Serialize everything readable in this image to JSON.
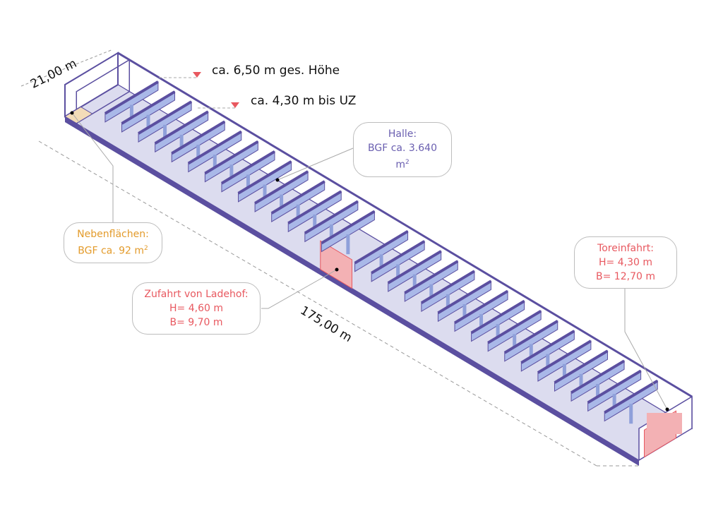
{
  "colors": {
    "structure": "#5b4fa0",
    "floor": "#dcdcef",
    "beam": "#a9b8e8",
    "accent_red": "#e8585f",
    "accent_orange": "#e39b2b",
    "hall_text": "#6a5fb0",
    "entry_fill": "#f3b1b4"
  },
  "heights": {
    "total": "ca. 6,50 m ges. Höhe",
    "clear": "ca. 4,30 m bis UZ"
  },
  "dimensions": {
    "width": "21,00 m",
    "length": "175,00 m"
  },
  "hall": {
    "title": "Halle:",
    "area": "BGF ca. 3.640 m",
    "sup": "2"
  },
  "side": {
    "title": "Nebenflächen:",
    "area": "BGF ca. 92 m",
    "sup": "2"
  },
  "yard": {
    "title": "Zufahrt von Ladehof:",
    "h": "H= 4,60 m",
    "b": "B= 9,70 m"
  },
  "gate": {
    "title": "Toreinfahrt:",
    "h": "H= 4,30 m",
    "b": "B= 12,70 m"
  }
}
